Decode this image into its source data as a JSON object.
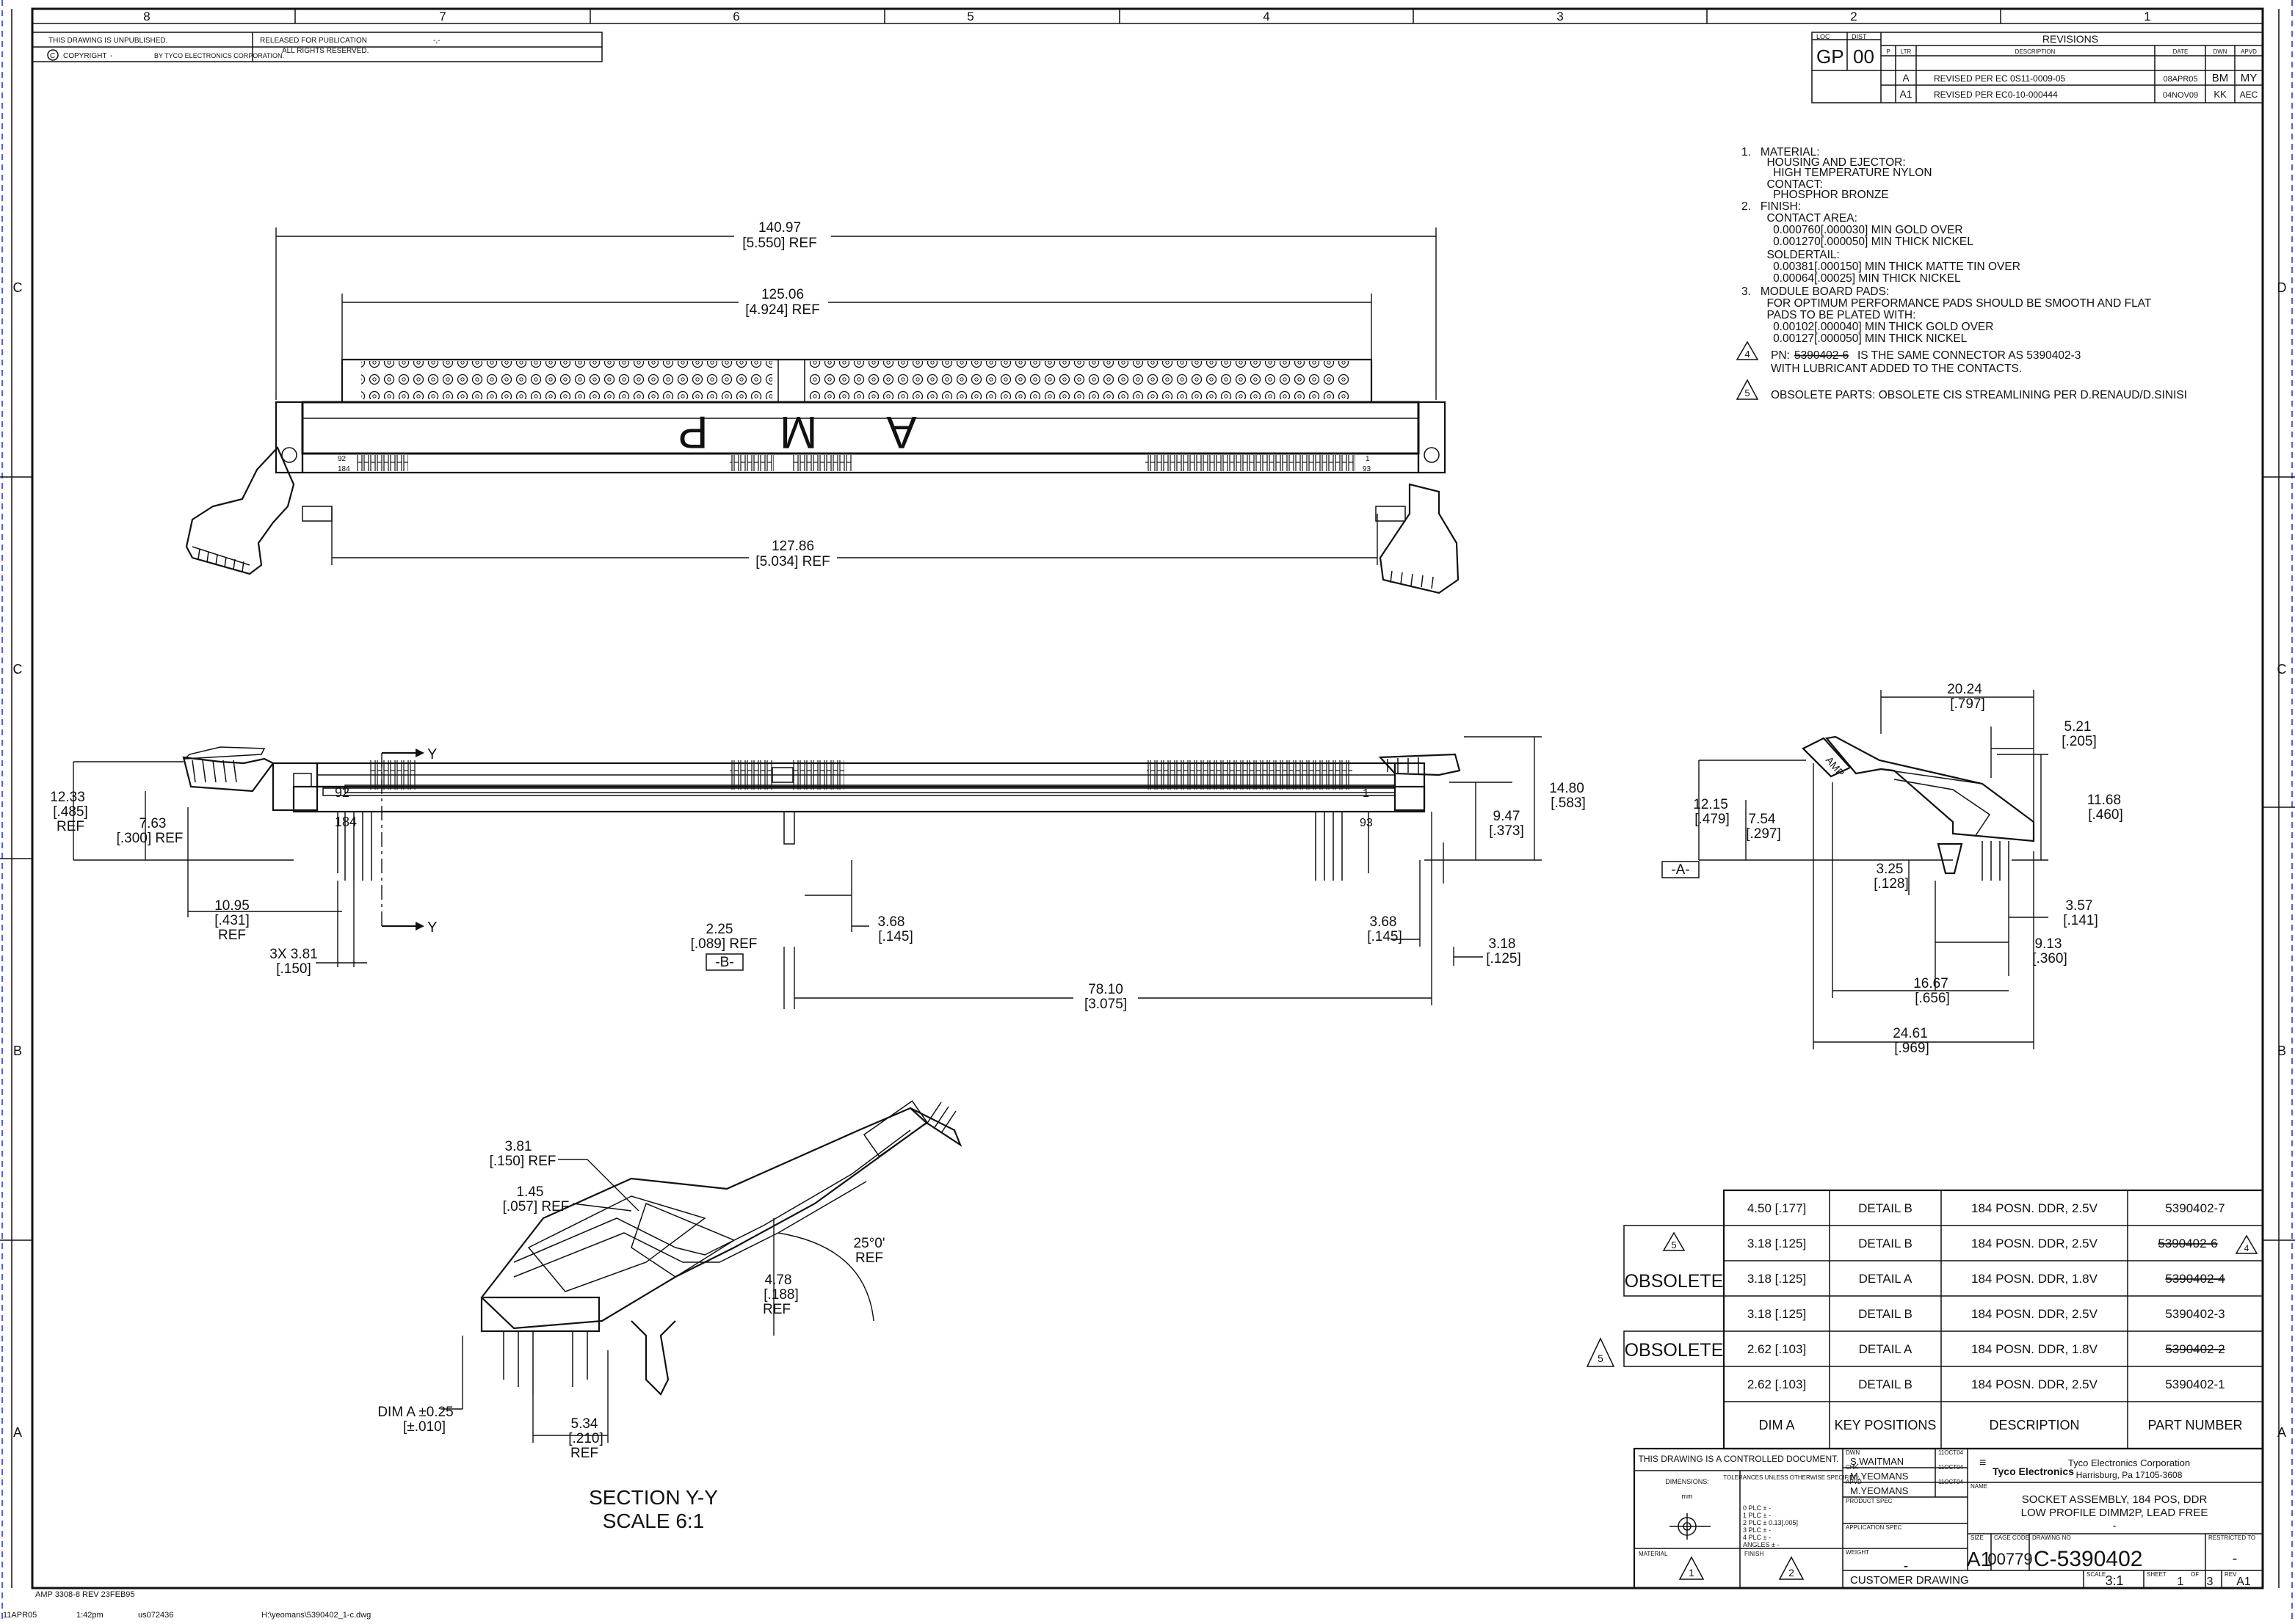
{
  "title_block_top": {
    "unpublished": "THIS DRAWING IS UNPUBLISHED.",
    "released": "RELEASED FOR PUBLICATION",
    "released_value": "-,-",
    "copyright": "COPYRIGHT",
    "copyright_dash": "-",
    "by": "BY TYCO ELECTRONICS CORPORATION.",
    "rights": "ALL RIGHTS RESERVED."
  },
  "zones_top": [
    "8",
    "7",
    "6",
    "5",
    "4",
    "3",
    "2",
    "1"
  ],
  "zones_side_left": [
    "C",
    "C",
    "B",
    "A"
  ],
  "zones_side_right": [
    "D",
    "C",
    "B",
    "A"
  ],
  "revisions": {
    "loc_label": "LOC",
    "dist_label": "DIST",
    "loc": "GP",
    "dist": "00",
    "title": "REVISIONS",
    "headers": [
      "P",
      "LTR",
      "DESCRIPTION",
      "DATE",
      "DWN",
      "APVD"
    ],
    "rows": [
      {
        "ltr": "A",
        "description": "REVISED PER EC 0S11-0009-05",
        "date": "08APR05",
        "dwn": "BM",
        "apvd": "MY"
      },
      {
        "ltr": "A1",
        "description": "REVISED PER EC0-10-000444",
        "date": "04NOV09",
        "dwn": "KK",
        "apvd": "AEC"
      }
    ]
  },
  "notes": [
    "1.   MATERIAL:",
    "        HOUSING AND EJECTOR:",
    "          HIGH TEMPERATURE NYLON",
    "        CONTACT:",
    "          PHOSPHOR BRONZE",
    "2.   FINISH:",
    "        CONTACT AREA:",
    "          0.000760[.000030] MIN GOLD OVER",
    "          0.001270[.000050] MIN THICK NICKEL",
    "        SOLDERTAIL:",
    "          0.00381[.000150] MIN THICK MATTE TIN OVER",
    "          0.00064[.00025] MIN THICK NICKEL",
    "3.   MODULE BOARD PADS:",
    "        FOR OPTIMUM PERFORMANCE PADS SHOULD BE SMOOTH AND FLAT",
    "        PADS TO BE PLATED WITH:",
    "          0.00102[.000040] MIN THICK GOLD OVER",
    "          0.00127[.000050] MIN THICK NICKEL"
  ],
  "note4": {
    "num": "4",
    "prefix": "PN:",
    "struck": "5390402-6",
    "text": "IS THE SAME CONNECTOR AS 5390402-3",
    "text2": "WITH LUBRICANT ADDED TO THE CONTACTS."
  },
  "note5": {
    "num": "5",
    "text": "OBSOLETE PARTS: OBSOLETE CIS STREAMLINING PER D.RENAUD/D.SINISI"
  },
  "top_view": {
    "logo": "A M P",
    "dim_overall": "140.97",
    "dim_overall_in": "[5.550]  REF",
    "dim_inner": "125.06",
    "dim_inner_in": "[4.924]  REF",
    "dim_bottom": "127.86",
    "dim_bottom_in": "[5.034]  REF",
    "pin_92": "92",
    "pin_184": "184",
    "pin_1": "1",
    "pin_93": "93"
  },
  "front_view": {
    "d_1233": "12.33",
    "d_1233_in": "[.485]",
    "ref": "REF",
    "d_763": "7.63",
    "d_763_in": "[.300]  REF",
    "d_1095": "10.95",
    "d_1095_in": "[.431]",
    "d_3x381": "3X  3.81",
    "d_3x381_in": "[.150]",
    "d_225": "2.25",
    "d_225_in": "[.089]  REF",
    "datum_b": "-B-",
    "d_368a": "3.68",
    "d_368a_in": "[.145]",
    "d_368b": "3.68",
    "d_368b_in": "[.145]",
    "d_7810": "78.10",
    "d_7810_in": "[3.075]",
    "d_318": "3.18",
    "d_318_in": "[.125]",
    "d_947": "9.47",
    "d_947_in": "[.373]",
    "d_1480": "14.80",
    "d_1480_in": "[.583]",
    "y1": "Y",
    "y2": "Y",
    "pin_92": "92",
    "pin_184": "184",
    "pin_1": "1",
    "pin_93": "93"
  },
  "side_view": {
    "d_2024": "20.24",
    "d_2024_in": "[.797]",
    "d_521": "5.21",
    "d_521_in": "[.205]",
    "d_1215": "12.15",
    "d_1215_in": "[.479]",
    "d_754": "7.54",
    "d_754_in": "[.297]",
    "d_1168": "11.68",
    "d_1168_in": "[.460]",
    "datum_a": "-A-",
    "d_325": "3.25",
    "d_325_in": "[.128]",
    "d_357": "3.57",
    "d_357_in": "[.141]",
    "d_913": "9.13",
    "d_913_in": "[.360]",
    "d_1667": "16.67",
    "d_1667_in": "[.656]",
    "d_2461": "24.61",
    "d_2461_in": "[.969]",
    "logo": "AMP"
  },
  "section": {
    "d_381": "3.81",
    "d_381_in": "[.150]  REF",
    "d_145": "1.45",
    "d_145_in": "[.057]  REF",
    "angle": "25°0'",
    "angle_ref": "REF",
    "d_478": "4.78",
    "d_478_in": "[.188]",
    "d_478_ref": "REF",
    "dim_a": "DIM  A  ±0.25",
    "dim_a_in": "[±.010]",
    "d_534": "5.34",
    "d_534_in": "[.210]",
    "d_534_ref": "REF",
    "title": "SECTION  Y-Y",
    "scale": "SCALE  6:1"
  },
  "part_table": {
    "obsolete_label": "OBSOLETE",
    "obsolete_flag": "5",
    "headers": [
      "DIM  A",
      "KEY  POSITIONS",
      "DESCRIPTION",
      "PART  NUMBER"
    ],
    "rows": [
      {
        "dim": "4.50  [.177]",
        "key": "DETAIL  B",
        "desc": "184  POSN.  DDR,  2.5V",
        "part": "5390402-7",
        "struck": false
      },
      {
        "dim": "3.18  [.125]",
        "key": "DETAIL  B",
        "desc": "184  POSN.  DDR,  2.5V",
        "part": "5390402-6",
        "struck": true
      },
      {
        "dim": "3.18  [.125]",
        "key": "DETAIL  A",
        "desc": "184  POSN.  DDR,  1.8V",
        "part": "5390402-4",
        "struck": true
      },
      {
        "dim": "3.18  [.125]",
        "key": "DETAIL  B",
        "desc": "184  POSN.  DDR,  2.5V",
        "part": "5390402-3",
        "struck": false
      },
      {
        "dim": "2.62  [.103]",
        "key": "DETAIL  A",
        "desc": "184  POSN.  DDR,  1.8V",
        "part": "5390402-2",
        "struck": true
      },
      {
        "dim": "2.62  [.103]",
        "key": "DETAIL  B",
        "desc": "184  POSN.  DDR,  2.5V",
        "part": "5390402-1",
        "struck": false
      }
    ],
    "note4_flag": "4"
  },
  "title_block": {
    "controlled": "THIS DRAWING IS A CONTROLLED DOCUMENT.",
    "dimensions": "DIMENSIONS:",
    "units": "mm",
    "tolerances": "TOLERANCES UNLESS OTHERWISE SPECIFIED:",
    "tol_lines": [
      "0 PLC   ± -",
      "1 PLC   ± -",
      "2 PLC   ± 0.13[.005]",
      "3 PLC   ± -",
      "4 PLC   ± -",
      "ANGLES   ± -"
    ],
    "material": "MATERIAL",
    "finish": "FINISH",
    "mat_flag": "1",
    "fin_flag": "2",
    "dwn_label": "DWN",
    "dwn": "S.WAITMAN",
    "dwn_date": "11OCT04",
    "chk_label": "CHK",
    "chk": "M.YEOMANS",
    "chk_date": "11OCT04",
    "apvd_label": "APVD",
    "apvd": "M.YEOMANS",
    "apvd_date": "11OCT04",
    "product_spec": "PRODUCT SPEC",
    "application_spec": "APPLICATION SPEC",
    "weight": "WEIGHT",
    "weight_val": "-",
    "company": "Tyco Electronics",
    "company_full": "Tyco Electronics Corporation",
    "address": "Harrisburg, Pa 17105-3608",
    "name_label": "NAME",
    "name1": "SOCKET ASSEMBLY, 184 POS, DDR",
    "name2": "LOW PROFILE DIMM2P, LEAD FREE",
    "name3": "-",
    "size_label": "SIZE",
    "size": "A1",
    "cage_label": "CAGE CODE",
    "cage": "00779",
    "dwg_label": "DRAWING NO",
    "dwg": "C-5390402",
    "restricted": "RESTRICTED TO",
    "restricted_val": "-",
    "customer": "CUSTOMER  DRAWING",
    "scale_label": "SCALE",
    "scale": "3:1",
    "sheet_label": "SHEET",
    "sheet": "1",
    "of": "OF",
    "sheets": "3",
    "rev_label": "REV",
    "rev": "A1"
  },
  "footer": {
    "form": "AMP 3308-8 REV 23FEB95",
    "date": "11APR05",
    "time": "1:42pm",
    "user": "us072436",
    "path": "H:\\yeomans\\5390402_1-c.dwg"
  }
}
